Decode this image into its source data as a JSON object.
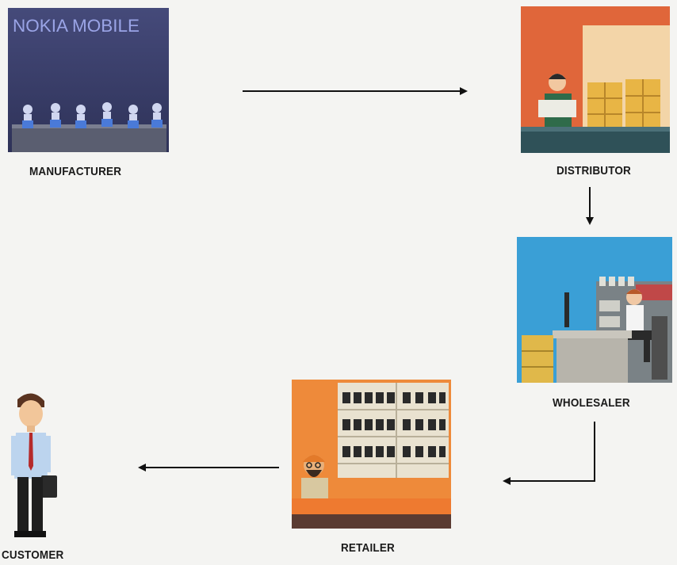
{
  "diagram": {
    "nodes": {
      "manufacturer": {
        "label": "MANUFACTURER",
        "sign_text": "NOKIA MOBILE"
      },
      "distributor": {
        "label": "DISTRIBUTOR"
      },
      "wholesaler": {
        "label": "WHOLESALER"
      },
      "retailer": {
        "label": "RETAILER"
      },
      "customer": {
        "label": "CUSTOMER"
      }
    },
    "flow": [
      [
        "manufacturer",
        "distributor"
      ],
      [
        "distributor",
        "wholesaler"
      ],
      [
        "wholesaler",
        "retailer"
      ],
      [
        "retailer",
        "customer"
      ]
    ],
    "colors": {
      "manufacturer_bg": "#3a3f6a",
      "distributor_bg": "#e0663a",
      "wholesaler_bg": "#3aa0d8",
      "retailer_bg": "#f08a3a",
      "arrow": "#111111"
    }
  }
}
